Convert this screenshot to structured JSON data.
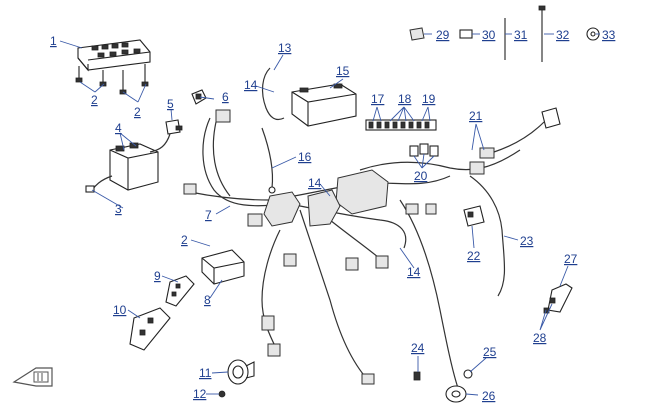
{
  "callouts": {
    "c1": "1",
    "c2a": "2",
    "c2b": "2",
    "c2c": "2",
    "c3": "3",
    "c4": "4",
    "c5": "5",
    "c6": "6",
    "c7": "7",
    "c8": "8",
    "c9": "9",
    "c10": "10",
    "c11": "11",
    "c12": "12",
    "c13": "13",
    "c14a": "14",
    "c14b": "14",
    "c14c": "14",
    "c15": "15",
    "c16": "16",
    "c17": "17",
    "c18": "18",
    "c19": "19",
    "c20": "20",
    "c21": "21",
    "c22": "22",
    "c23": "23",
    "c24": "24",
    "c25": "25",
    "c26": "26",
    "c27": "27",
    "c28": "28",
    "c29": "29",
    "c30": "30",
    "c31": "31",
    "c32": "32",
    "c33": "33"
  },
  "colors": {
    "callout_text": "#1f3f8f",
    "leader_line": "#3a5aa8",
    "part_line": "#222222"
  },
  "icons": {
    "orientation_marker": "forward-arrow-icon"
  }
}
